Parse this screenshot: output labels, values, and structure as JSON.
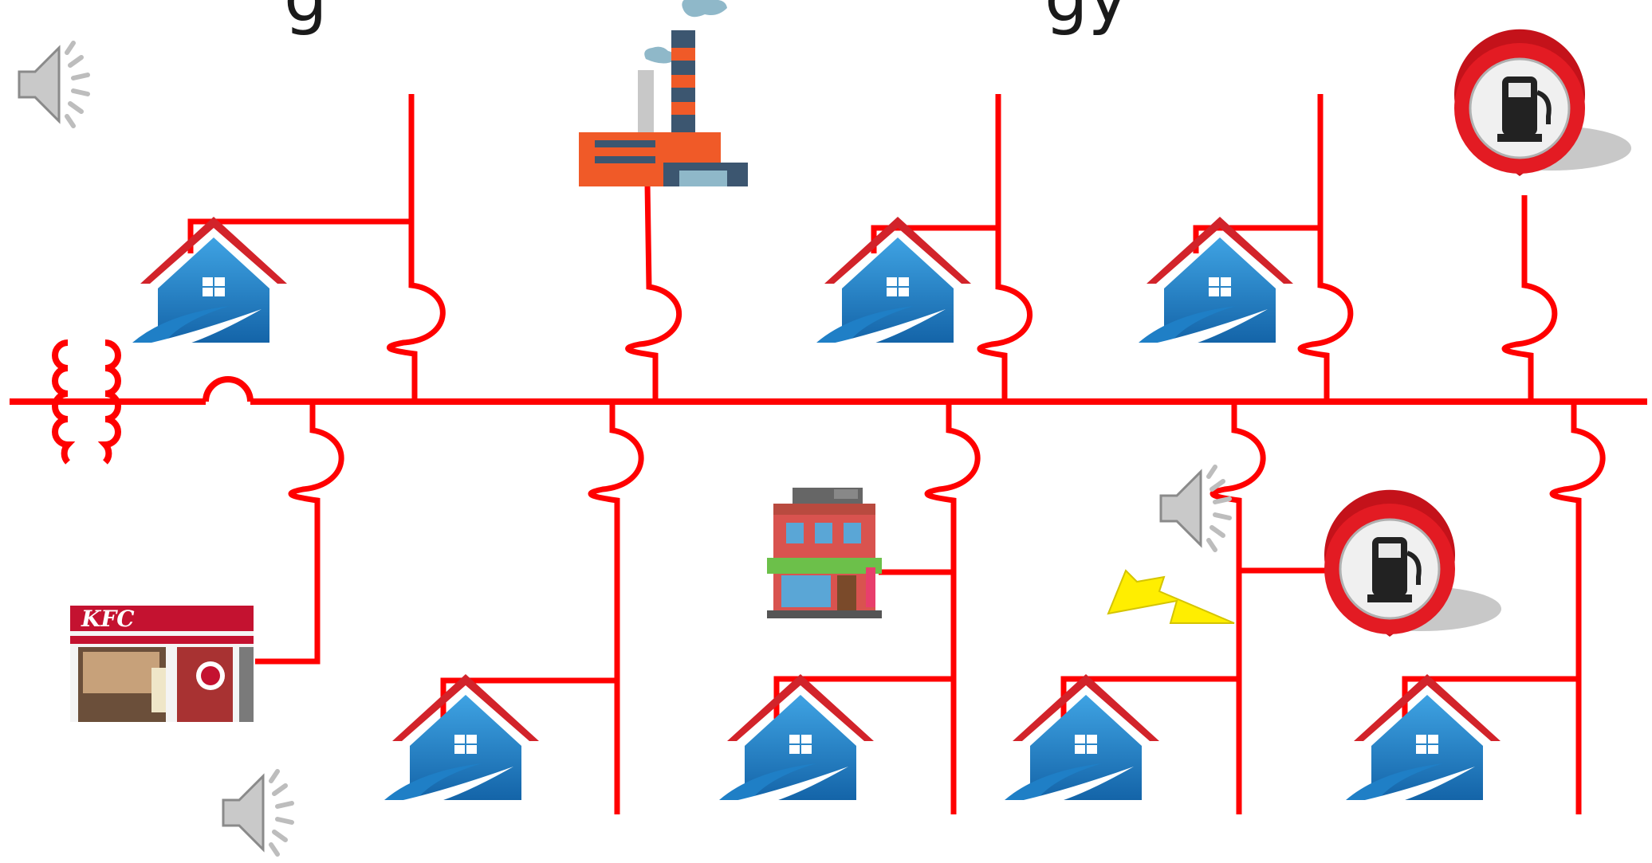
{
  "slide": {
    "title_fragment_left": "g",
    "title_fragment_right": "gy"
  },
  "images": {
    "kfc_sign_text": "KFC"
  },
  "icons": [
    "transformer-icon",
    "fuse-icon",
    "house-icon",
    "factory-icon",
    "gas-station-pin-icon",
    "shop-icon",
    "kfc-store-image",
    "lightning-fault-icon",
    "speaker-icon"
  ],
  "colors": {
    "power_line": "#ff0000",
    "house_body": "#1f7fc6",
    "house_roof": "#d2232a",
    "factory_orange": "#f05a28",
    "pin_red": "#d9141c",
    "fault_yellow": "#ffee00"
  }
}
